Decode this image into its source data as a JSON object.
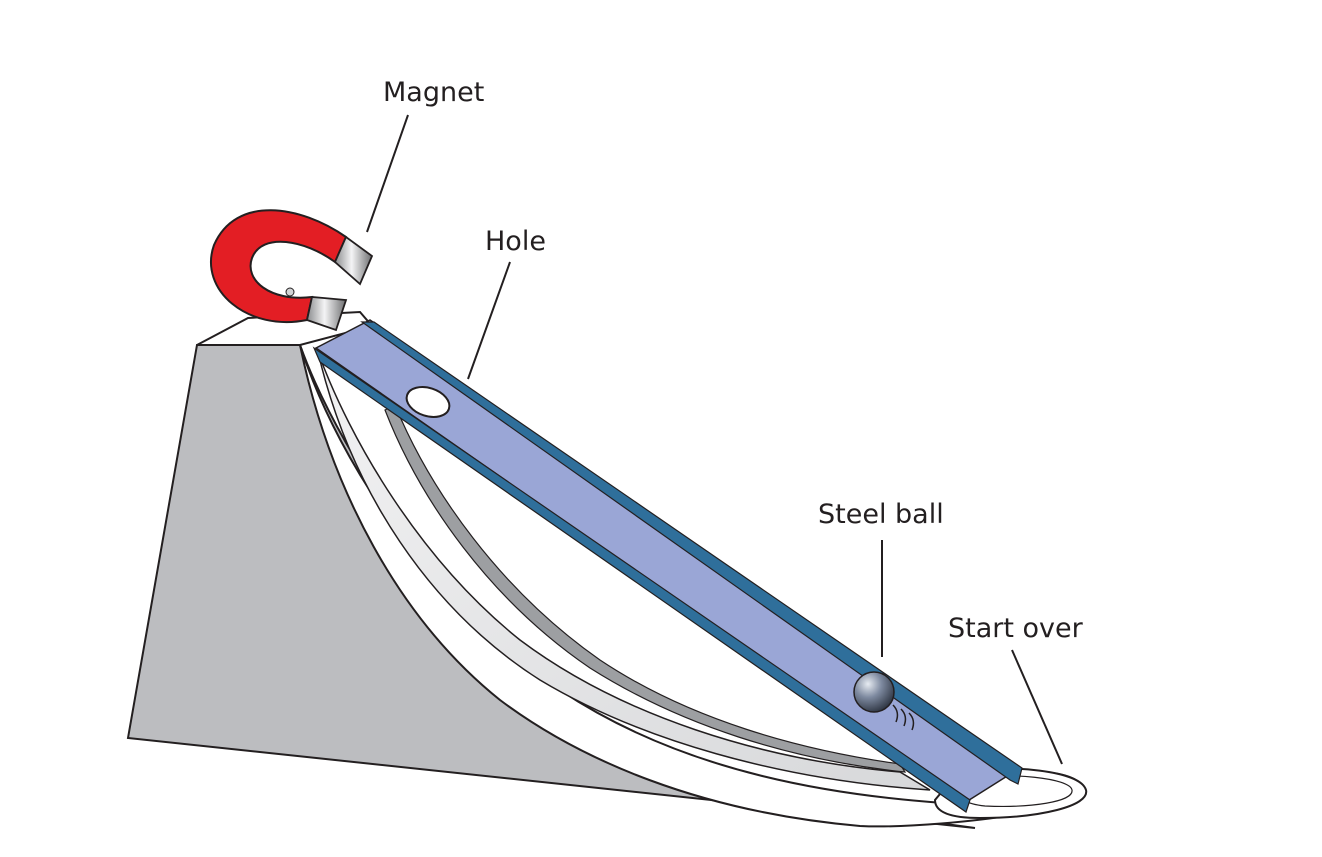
{
  "labels": {
    "magnet": "Magnet",
    "hole": "Hole",
    "steel_ball": "Steel ball",
    "start_over": "Start over"
  },
  "colors": {
    "magnet_red": "#e31e24",
    "magnet_pole": "#c8c9cb",
    "track_blue": "#9aa6d6",
    "track_rail": "#2f6f9b",
    "base_gray": "#bcbdc0",
    "ramp_light": "#e6e7e8",
    "outline": "#231f20"
  }
}
